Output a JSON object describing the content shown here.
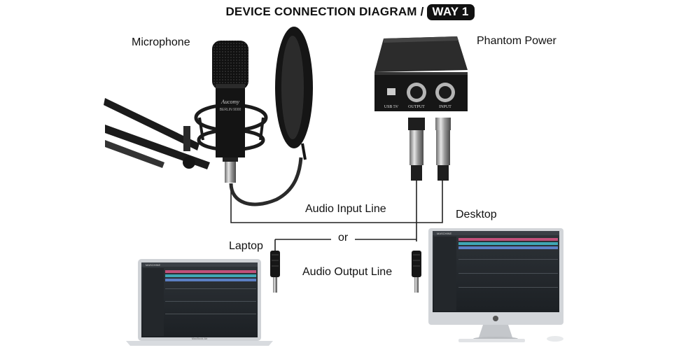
{
  "title": {
    "text": "DEVICE CONNECTION DIAGRAM /",
    "badge": "WAY 1"
  },
  "labels": {
    "microphone": "Microphone",
    "phantom_power": "Phantom Power",
    "audio_input_line": "Audio Input Line",
    "desktop": "Desktop",
    "or": "or",
    "laptop": "Laptop",
    "audio_output_line": "Audio Output Line"
  },
  "devices": {
    "mic_brand": "Aucomy",
    "mic_model": "BERLIN 9000",
    "phantom_ports": [
      "USB 5V",
      "OUTPUT",
      "INPUT"
    ],
    "laptop_brand": "MacBook Air",
    "software_name": "MASCHINE"
  },
  "colors": {
    "line": "#222222",
    "device": "#1b1b1b",
    "badge_bg": "#111111",
    "badge_text": "#ffffff"
  }
}
